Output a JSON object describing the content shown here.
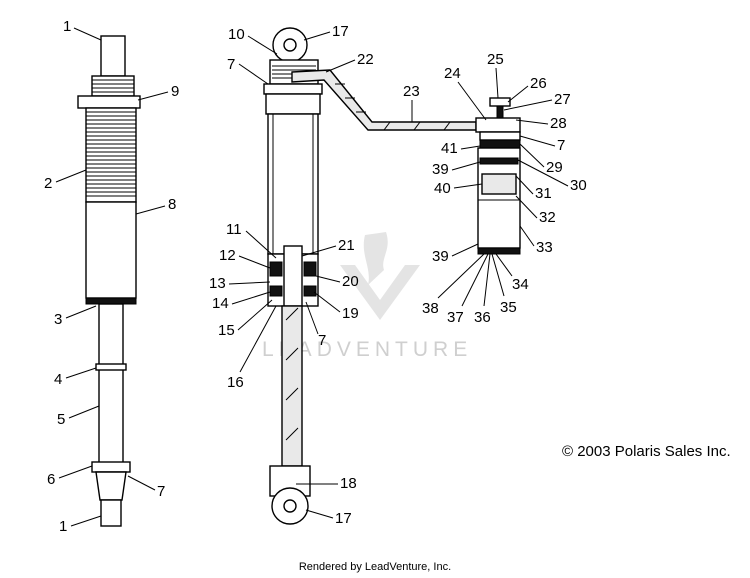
{
  "watermark": "LEADVENTURE",
  "copyright": "© 2003 Polaris Sales Inc.",
  "rendered_by": "Rendered by LeadVenture, Inc.",
  "callouts": {
    "left_1_top": "1",
    "left_9": "9",
    "left_2": "2",
    "left_8": "8",
    "left_3": "3",
    "left_4": "4",
    "left_5": "5",
    "left_6": "6",
    "left_7": "7",
    "left_1_bottom": "1",
    "mid_10": "10",
    "mid_17_top": "17",
    "mid_7_top": "7",
    "mid_22": "22",
    "mid_23": "23",
    "mid_11": "11",
    "mid_21": "21",
    "mid_12": "12",
    "mid_13": "13",
    "mid_20": "20",
    "mid_14": "14",
    "mid_19": "19",
    "mid_15": "15",
    "mid_7_low": "7",
    "mid_16": "16",
    "mid_18": "18",
    "mid_17_bottom": "17",
    "res_25": "25",
    "res_24": "24",
    "res_26": "26",
    "res_27": "27",
    "res_28": "28",
    "res_7": "7",
    "res_41": "41",
    "res_29": "29",
    "res_39_top": "39",
    "res_30": "30",
    "res_31": "31",
    "res_40": "40",
    "res_32": "32",
    "res_33": "33",
    "res_39_low": "39",
    "res_34": "34",
    "res_38": "38",
    "res_37": "37",
    "res_36": "36",
    "res_35": "35"
  }
}
